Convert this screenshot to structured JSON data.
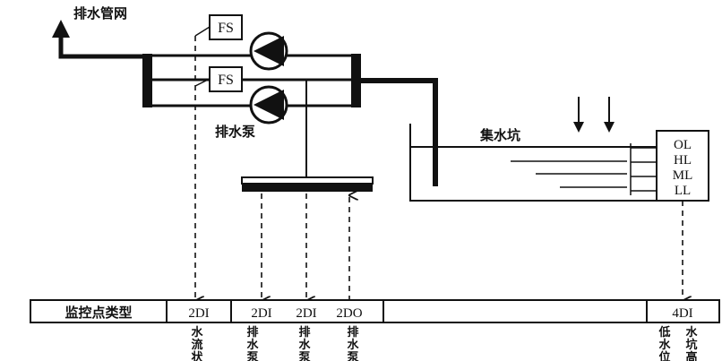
{
  "labels": {
    "drain_network": "排水管网",
    "pump": "排水泵",
    "sump": "集水坑",
    "fs_top": "FS",
    "fs_bottom": "FS"
  },
  "level_sensors": [
    "OL",
    "HL",
    "ML",
    "LL"
  ],
  "monitor_bar": {
    "header": "监控点类型",
    "cells": [
      "2DI",
      "2DI",
      "2DI",
      "2DO",
      "",
      "4DI"
    ]
  },
  "bottom_labels": {
    "flow_status": "水流状",
    "pump_1": "排水泵",
    "pump_2": "排水泵",
    "pump_3": "排水泵",
    "low_level": "低水位",
    "sump_high": "水坑高"
  }
}
